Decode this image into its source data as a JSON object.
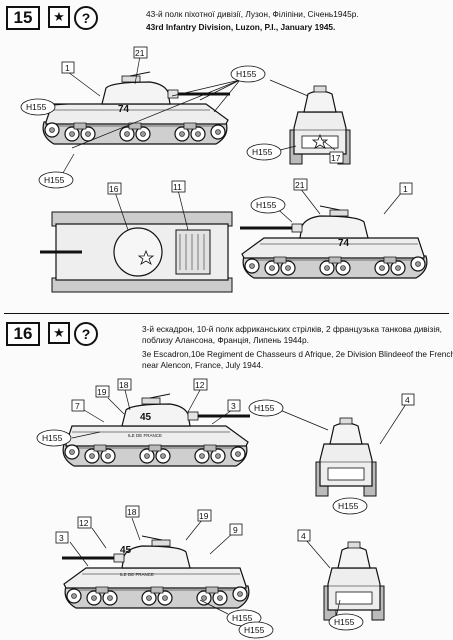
{
  "sections": [
    {
      "number": "15",
      "star_symbol": "★",
      "question_symbol": "?",
      "caption_lines": [
        "43-й полк піхотної дивізії, Лузон, Філіпіни, Січень1945р.",
        "43rd Infantry Division, Luzon, P.I., January 1945."
      ],
      "tank_markings": [
        "74"
      ],
      "callouts": [
        "1",
        "21",
        "H155",
        "H155",
        "H155",
        "H155",
        "H155",
        "17",
        "16",
        "11",
        "H155",
        "21",
        "1"
      ]
    },
    {
      "number": "16",
      "star_symbol": "★",
      "question_symbol": "?",
      "caption_lines": [
        "3-й ескадрон, 10-й полк африканських стрілків, 2 французька танкова дивізія,",
        "поблизу Алансона, Франція, Липень 1944р.",
        "3e Escadron,10e Regiment de Chasseurs d Afrique, 2e Division Blindeeof the French,",
        "near Alencon, France, July 1944."
      ],
      "tank_markings": [
        "45",
        "ILE DE FRANCE"
      ],
      "callouts": [
        "18",
        "12",
        "19",
        "7",
        "3",
        "H155",
        "H155",
        "4",
        "H155",
        "18",
        "12",
        "19",
        "3",
        "9",
        "H155",
        "4",
        "H155",
        "H155"
      ]
    }
  ],
  "colors": {
    "ink": "#111111",
    "paper": "#fbfbfb"
  }
}
